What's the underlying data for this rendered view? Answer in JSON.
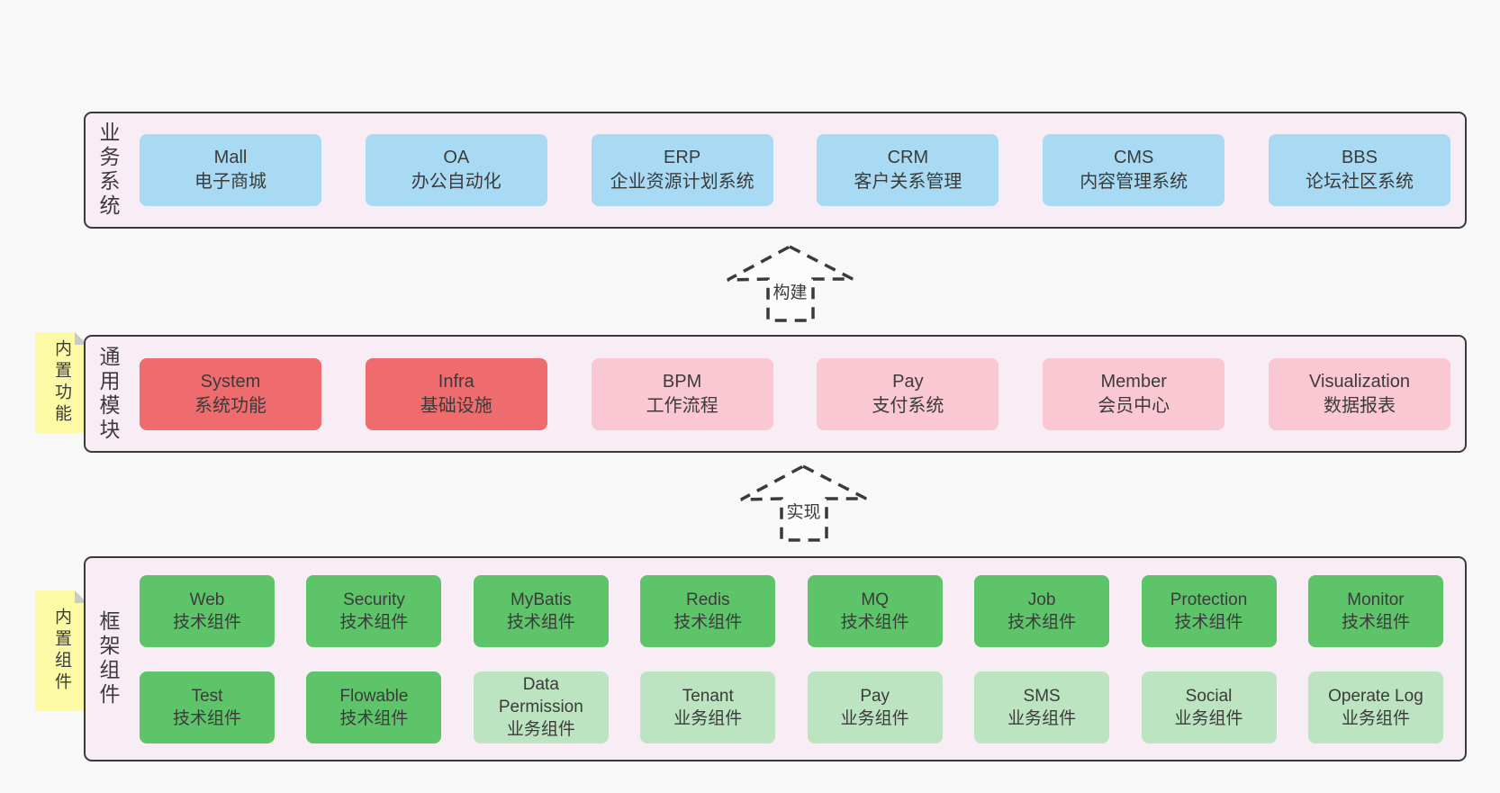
{
  "colors": {
    "page_bg": "#f8f8f8",
    "container_bg": "#f8edf5",
    "container_border": "#3a3a3a",
    "box_blue": "#a8dbf3",
    "box_red": "#ee6c6d",
    "box_pink": "#f9c8d2",
    "box_green": "#5dc469",
    "box_light_green": "#bce4c0",
    "sticky_bg": "#fcfaa5",
    "sticky_fold": "#c9c9c9",
    "text": "#3b3b3b"
  },
  "layers": [
    {
      "id": "business-systems",
      "label": "业务系统",
      "rows": [
        [
          {
            "name": "Mall",
            "desc": "电子商城",
            "variant": "blue"
          },
          {
            "name": "OA",
            "desc": "办公自动化",
            "variant": "blue"
          },
          {
            "name": "ERP",
            "desc": "企业资源计划系统",
            "variant": "blue"
          },
          {
            "name": "CRM",
            "desc": "客户关系管理",
            "variant": "blue"
          },
          {
            "name": "CMS",
            "desc": "内容管理系统",
            "variant": "blue"
          },
          {
            "name": "BBS",
            "desc": "论坛社区系统",
            "variant": "blue"
          }
        ]
      ]
    },
    {
      "id": "common-modules",
      "label": "通用模块",
      "sticky": "内置功能",
      "rows": [
        [
          {
            "name": "System",
            "desc": "系统功能",
            "variant": "red"
          },
          {
            "name": "Infra",
            "desc": "基础设施",
            "variant": "red"
          },
          {
            "name": "BPM",
            "desc": "工作流程",
            "variant": "pink"
          },
          {
            "name": "Pay",
            "desc": "支付系统",
            "variant": "pink"
          },
          {
            "name": "Member",
            "desc": "会员中心",
            "variant": "pink"
          },
          {
            "name": "Visualization",
            "desc": "数据报表",
            "variant": "pink"
          }
        ]
      ]
    },
    {
      "id": "framework-components",
      "label": "框架组件",
      "sticky": "内置组件",
      "rows": [
        [
          {
            "name": "Web",
            "desc": "技术组件",
            "variant": "green"
          },
          {
            "name": "Security",
            "desc": "技术组件",
            "variant": "green"
          },
          {
            "name": "MyBatis",
            "desc": "技术组件",
            "variant": "green"
          },
          {
            "name": "Redis",
            "desc": "技术组件",
            "variant": "green"
          },
          {
            "name": "MQ",
            "desc": "技术组件",
            "variant": "green"
          },
          {
            "name": "Job",
            "desc": "技术组件",
            "variant": "green"
          },
          {
            "name": "Protection",
            "desc": "技术组件",
            "variant": "green"
          },
          {
            "name": "Monitor",
            "desc": "技术组件",
            "variant": "green"
          }
        ],
        [
          {
            "name": "Test",
            "desc": "技术组件",
            "variant": "green"
          },
          {
            "name": "Flowable",
            "desc": "技术组件",
            "variant": "green"
          },
          {
            "name": "Data Permission",
            "desc": "业务组件",
            "variant": "lightgreen"
          },
          {
            "name": "Tenant",
            "desc": "业务组件",
            "variant": "lightgreen"
          },
          {
            "name": "Pay",
            "desc": "业务组件",
            "variant": "lightgreen"
          },
          {
            "name": "SMS",
            "desc": "业务组件",
            "variant": "lightgreen"
          },
          {
            "name": "Social",
            "desc": "业务组件",
            "variant": "lightgreen"
          },
          {
            "name": "Operate Log",
            "desc": "业务组件",
            "variant": "lightgreen"
          }
        ]
      ]
    }
  ],
  "arrows": [
    {
      "label": "构建"
    },
    {
      "label": "实现"
    }
  ]
}
